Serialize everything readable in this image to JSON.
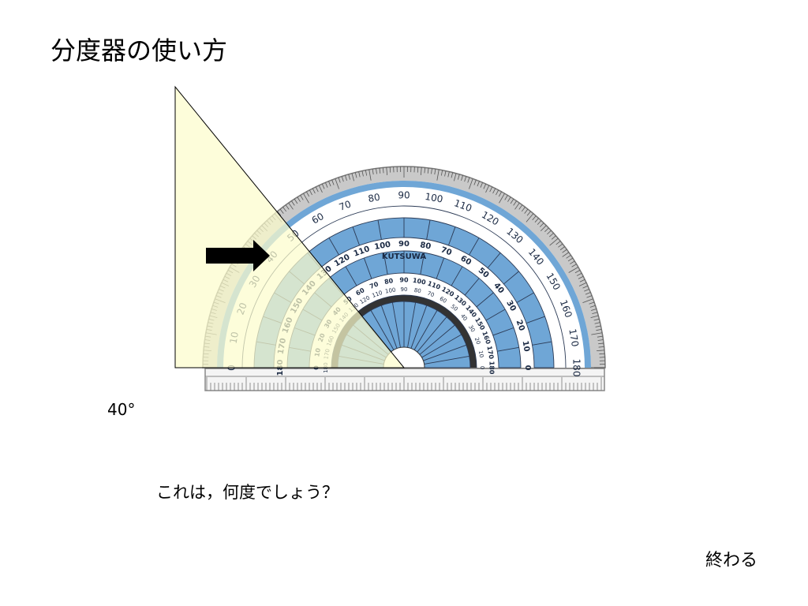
{
  "slide": {
    "title": "分度器の使い方",
    "answer_label": "40°",
    "question": "これは，何度でしょう？",
    "end_label": "終わる"
  },
  "protractor": {
    "brand": "KUTSUWA",
    "outer_scale_labels": [
      "0",
      "10",
      "20",
      "30",
      "40",
      "50",
      "60",
      "70",
      "80",
      "90",
      "100",
      "110",
      "120",
      "130",
      "140",
      "150",
      "160",
      "170",
      "180"
    ],
    "inner_scale_labels": [
      "180",
      "170",
      "160",
      "150",
      "140",
      "130",
      "120",
      "110",
      "100",
      "90",
      "80",
      "70",
      "60",
      "50",
      "40",
      "30",
      "20",
      "10",
      "0"
    ],
    "small_scale_labels": [
      "0",
      "10",
      "20",
      "30",
      "40",
      "50",
      "60",
      "70",
      "80",
      "90",
      "100",
      "110",
      "120",
      "130",
      "140",
      "150",
      "160",
      "170",
      "180"
    ],
    "small_scale_labels_inner": [
      "180",
      "170",
      "160",
      "150",
      "140",
      "130",
      "120",
      "110",
      "100",
      "90",
      "80",
      "70",
      "60",
      "50",
      "40",
      "30",
      "20",
      "10",
      "0"
    ],
    "colors": {
      "blue": "#6fa6d6",
      "frame": "#9a9a9a",
      "triangle_fill": "#fcfccc"
    }
  },
  "pointer": {
    "icon": "arrow-right-icon",
    "color": "#000000"
  }
}
